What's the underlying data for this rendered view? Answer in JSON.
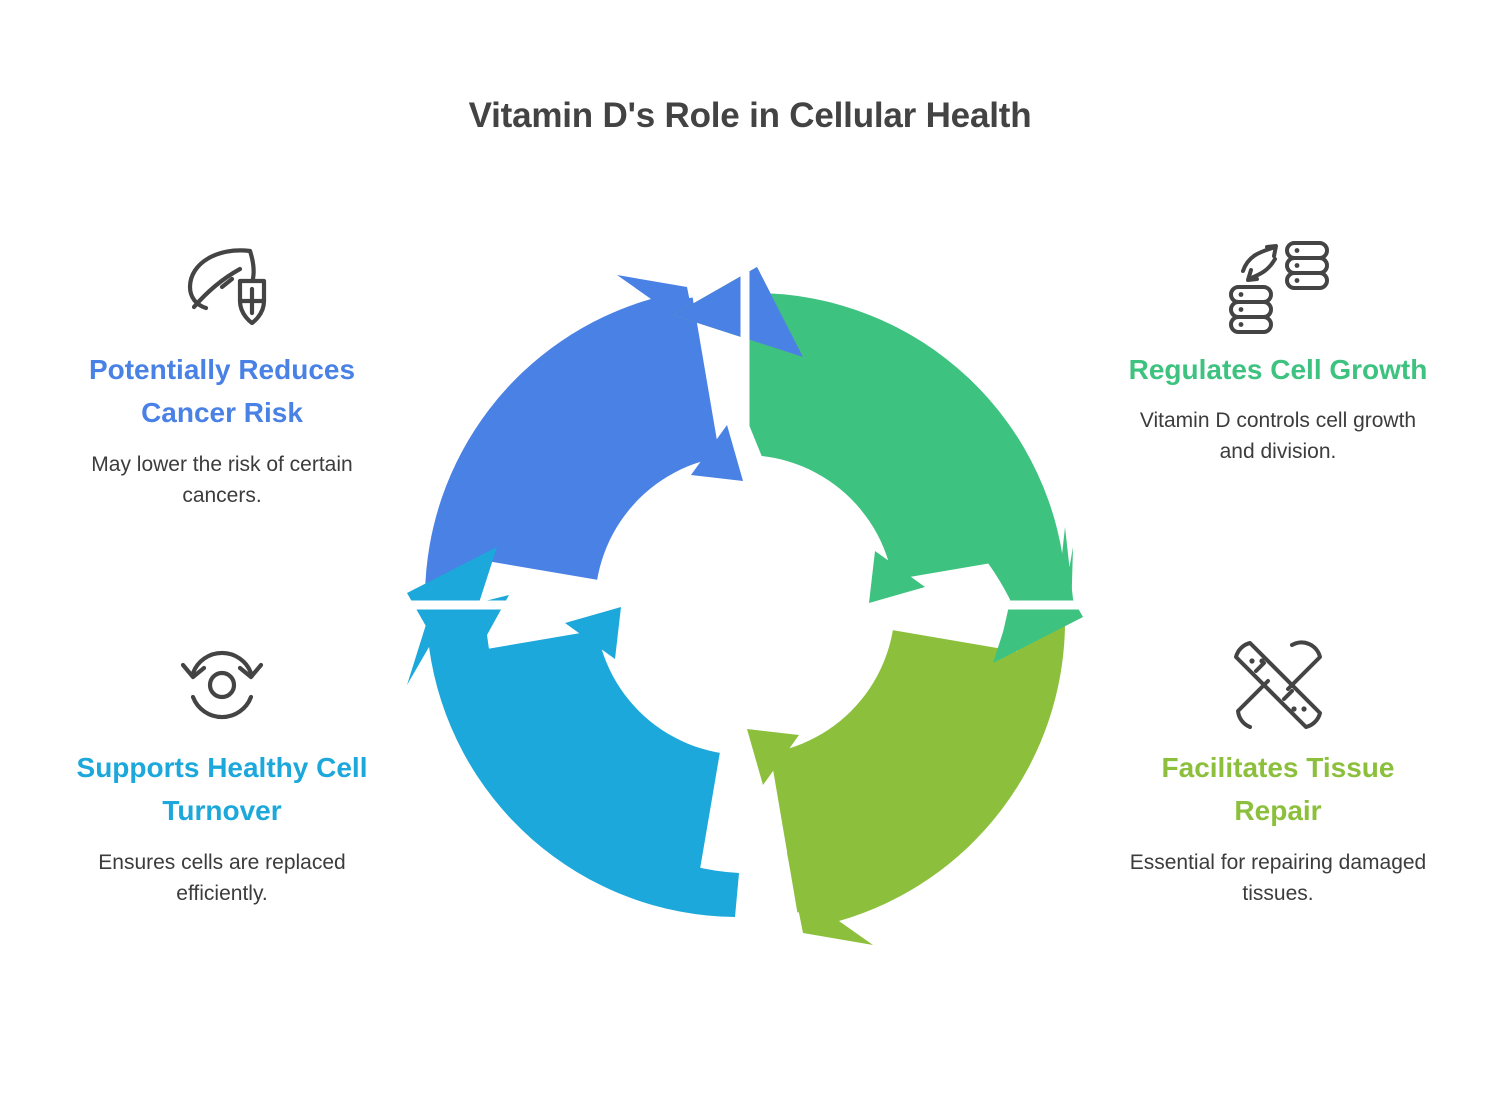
{
  "title": "Vitamin D's Role in Cellular Health",
  "colors": {
    "title": "#434343",
    "body_text": "#3c3c3c",
    "blue": "#4a81e5",
    "cyan": "#1ca8db",
    "green": "#3ec280",
    "lime": "#8cc03c",
    "background": "#ffffff",
    "icon_stroke": "#444444"
  },
  "features": [
    {
      "id": "cancer-risk",
      "icon": "leaf-shield-plus-icon",
      "heading": "Potentially Reduces Cancer Risk",
      "description": "May lower the risk of certain cancers.",
      "color": "#4a81e5",
      "position": "left-top"
    },
    {
      "id": "cell-turnover",
      "icon": "refresh-cycle-icon",
      "heading": "Supports Healthy Cell Turnover",
      "description": "Ensures cells are replaced efficiently.",
      "color": "#1ca8db",
      "position": "left-bottom"
    },
    {
      "id": "cell-growth",
      "icon": "data-transfer-stack-icon",
      "heading": "Regulates Cell Growth",
      "description": "Vitamin D controls cell growth and division.",
      "color": "#3ec280",
      "position": "right-top"
    },
    {
      "id": "tissue-repair",
      "icon": "crossed-bandages-icon",
      "heading": "Facilitates Tissue Repair",
      "description": "Essential for repairing damaged tissues.",
      "color": "#8cc03c",
      "position": "right-bottom"
    }
  ],
  "chart_data": {
    "type": "pie",
    "title": "Vitamin D's Role in Cellular Health",
    "subtype": "four-segment-cyclical-arrow-diagram",
    "categories": [
      "Regulates Cell Growth",
      "Facilitates Tissue Repair",
      "Supports Healthy Cell Turnover",
      "Potentially Reduces Cancer Risk"
    ],
    "values": [
      25,
      25,
      25,
      25
    ],
    "colors": [
      "#3ec280",
      "#8cc03c",
      "#1ca8db",
      "#4a81e5"
    ],
    "direction": "clockwise",
    "inner_hole_ratio": 0.46,
    "legend": "none",
    "annotations": [
      "Four equal quadrant arrows forming a continuous clockwise cycle",
      "White gaps separate each arrow segment",
      "Each arrow head points inward toward the hollow center"
    ]
  }
}
